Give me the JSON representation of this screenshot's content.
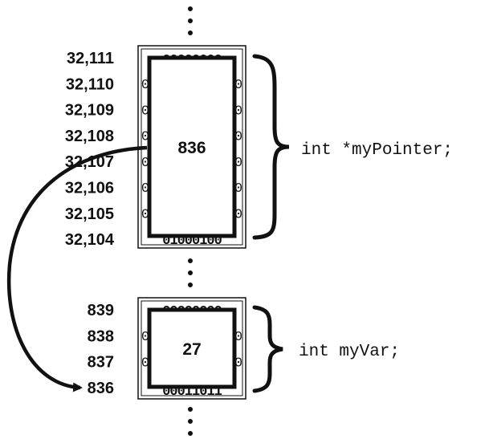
{
  "pointer_block": {
    "addresses": [
      "32,111",
      "32,110",
      "32,109",
      "32,108",
      "32,107",
      "32,106",
      "32,105",
      "32,104"
    ],
    "value": "836",
    "top_bits": "00000000",
    "bottom_bits": "01000100",
    "declaration": "int *myPointer;"
  },
  "var_block": {
    "addresses": [
      "839",
      "838",
      "837",
      "836"
    ],
    "value": "27",
    "top_bits": "00000000",
    "bottom_bits": "00011011",
    "declaration": "int myVar;"
  },
  "colors": {
    "ink": "#111111",
    "background": "#ffffff"
  }
}
